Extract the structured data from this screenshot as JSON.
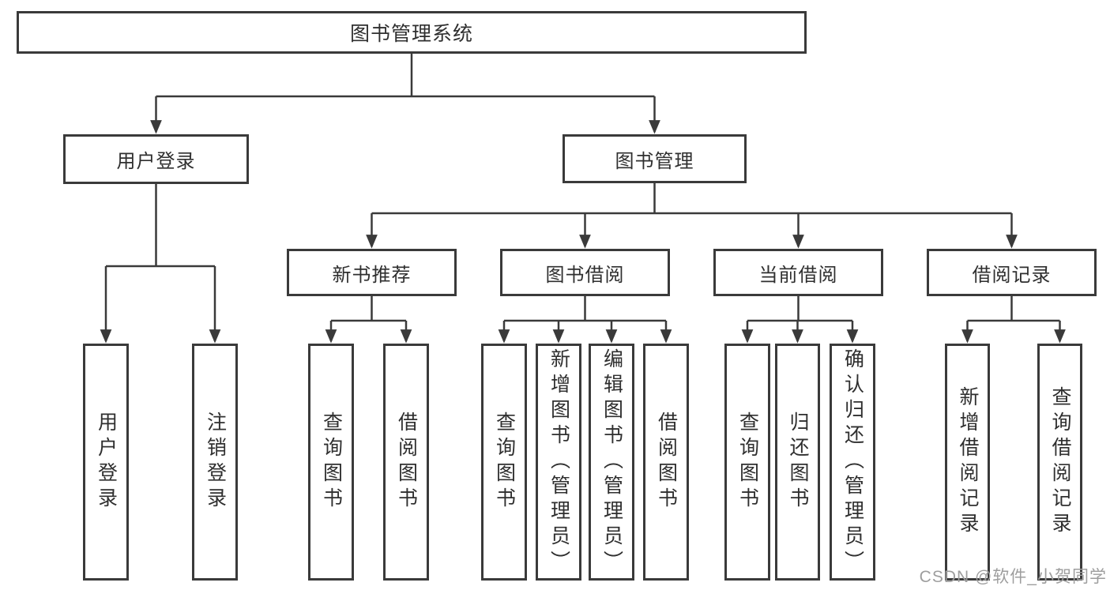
{
  "diagram": {
    "title": "图书管理系统",
    "branches": [
      {
        "label": "用户登录",
        "children": [
          {
            "label": "用户登录"
          },
          {
            "label": "注销登录"
          }
        ]
      },
      {
        "label": "图书管理",
        "children": [
          {
            "label": "新书推荐",
            "children": [
              {
                "label": "查询图书"
              },
              {
                "label": "借阅图书"
              }
            ]
          },
          {
            "label": "图书借阅",
            "children": [
              {
                "label": "查询图书"
              },
              {
                "label": "新增图书（管理员）"
              },
              {
                "label": "编辑图书（管理员）"
              },
              {
                "label": "借阅图书"
              }
            ]
          },
          {
            "label": "当前借阅",
            "children": [
              {
                "label": "查询图书"
              },
              {
                "label": "归还图书"
              },
              {
                "label": "确认归还（管理员）"
              }
            ]
          },
          {
            "label": "借阅记录",
            "children": [
              {
                "label": "新增借阅记录"
              },
              {
                "label": "查询借阅记录"
              }
            ]
          }
        ]
      }
    ]
  },
  "watermark": {
    "text": "CSDN @软件_小贺同学"
  },
  "colors": {
    "line": "#3a3a3a",
    "text": "#2f2f2f",
    "box_fill": "#ffffff",
    "watermark": "#9e9e9e"
  }
}
